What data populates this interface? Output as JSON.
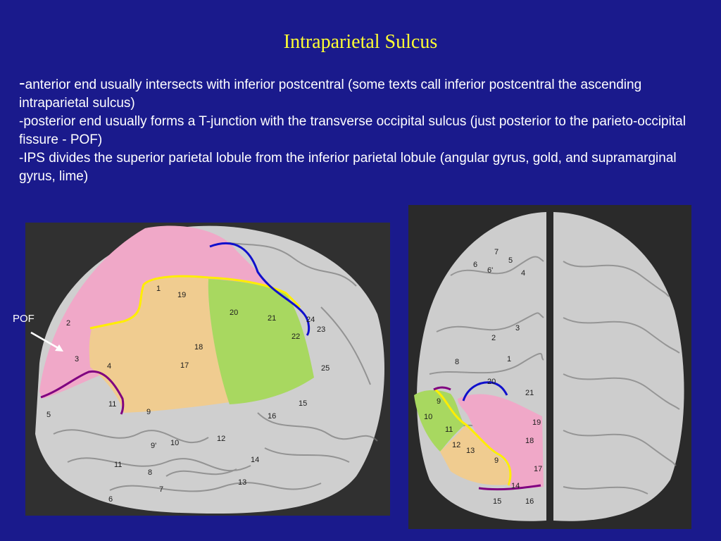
{
  "slide": {
    "title": "Intraparietal Sulcus",
    "bullets": [
      "anterior end usually intersects with inferior postcentral (some texts call inferior postcentral the ascending intraparietal sulcus)",
      "-posterior end usually forms a T-junction with the transverse occipital sulcus (just posterior to the parieto-occipital fissure - POF)",
      "-IPS divides the superior parietal lobule from the inferior parietal lobule (angular gyrus, gold, and supramarginal gyrus, lime)"
    ],
    "first_dash": "-"
  },
  "left_figure": {
    "pof_label": "POF",
    "labels": [
      "1",
      "19",
      "2",
      "20",
      "21",
      "24",
      "23",
      "22",
      "18",
      "3",
      "4",
      "17",
      "25",
      "11",
      "9",
      "15",
      "5",
      "16",
      "9'",
      "10",
      "12",
      "11",
      "14",
      "8",
      "7",
      "13",
      "6"
    ]
  },
  "right_figure": {
    "labels": [
      "7",
      "5",
      "6",
      "6'",
      "4",
      "3",
      "2",
      "8",
      "1",
      "20",
      "21",
      "9",
      "10",
      "11",
      "19",
      "18",
      "12",
      "13",
      "9",
      "17",
      "14",
      "15",
      "16"
    ]
  },
  "colors": {
    "background": "#1a1a8c",
    "title": "#ffff33",
    "superior_parietal_lobule": "#f0a8c8",
    "angular_gyrus": "#f0cc90",
    "supramarginal_gyrus": "#a8d860",
    "ips_line": "#ffee00",
    "sulcus_blue": "#1010cc",
    "sulcus_purple": "#800080"
  }
}
